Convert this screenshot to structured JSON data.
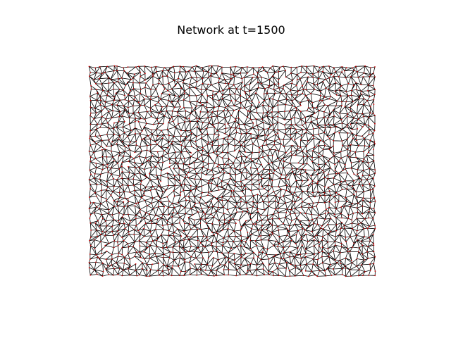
{
  "figure": {
    "title": "Network at t=1500"
  },
  "network": {
    "edge_color": "#000000",
    "node_color": "#cc0000",
    "background": "#ffffff",
    "grid_columns": 52,
    "grid_rows": 38,
    "jitter": 0.38,
    "seed": 1500
  }
}
